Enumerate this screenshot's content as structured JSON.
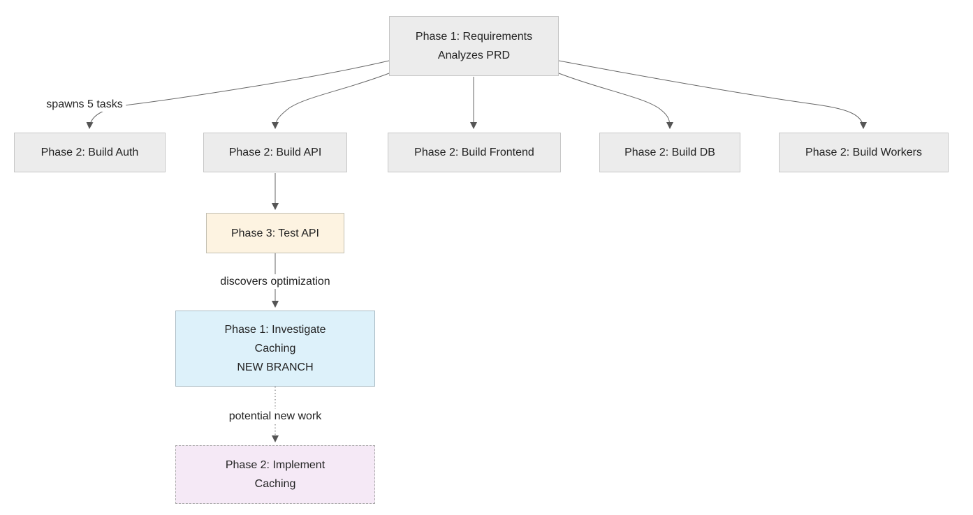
{
  "diagram": {
    "type": "flowchart",
    "direction": "top-down",
    "colors": {
      "background": "#ffffff",
      "edge_line": "#666666",
      "arrowhead": "#555555",
      "node_text": "#222222"
    },
    "nodes": {
      "phase1": {
        "line1": "Phase 1: Requirements",
        "line2": "Analyzes PRD",
        "fill": "#ececec",
        "border": "#c6c6c6",
        "border_style": "solid"
      },
      "build_auth": {
        "line1": "Phase 2: Build Auth",
        "fill": "#ececec",
        "border": "#c6c6c6",
        "border_style": "solid"
      },
      "build_api": {
        "line1": "Phase 2: Build API",
        "fill": "#ececec",
        "border": "#c6c6c6",
        "border_style": "solid"
      },
      "build_frontend": {
        "line1": "Phase 2: Build Frontend",
        "fill": "#ececec",
        "border": "#c6c6c6",
        "border_style": "solid"
      },
      "build_db": {
        "line1": "Phase 2: Build DB",
        "fill": "#ececec",
        "border": "#c6c6c6",
        "border_style": "solid"
      },
      "build_workers": {
        "line1": "Phase 2: Build Workers",
        "fill": "#ececec",
        "border": "#c6c6c6",
        "border_style": "solid"
      },
      "test_api": {
        "line1": "Phase 3: Test API",
        "fill": "#fdf3e1",
        "border": "#c2bfb2",
        "border_style": "solid"
      },
      "investigate_caching": {
        "line1": "Phase 1: Investigate",
        "line2": "Caching",
        "line3": "NEW BRANCH",
        "fill": "#ddf1fa",
        "border": "#a9bac3",
        "border_style": "solid"
      },
      "implement_caching": {
        "line1": "Phase 2: Implement",
        "line2": "Caching",
        "fill": "#f5e9f6",
        "border": "#a9a9a9",
        "border_style": "dashed"
      }
    },
    "edge_labels": {
      "spawns": "spawns 5 tasks",
      "discovers": "discovers optimization",
      "potential": "potential new work"
    }
  }
}
